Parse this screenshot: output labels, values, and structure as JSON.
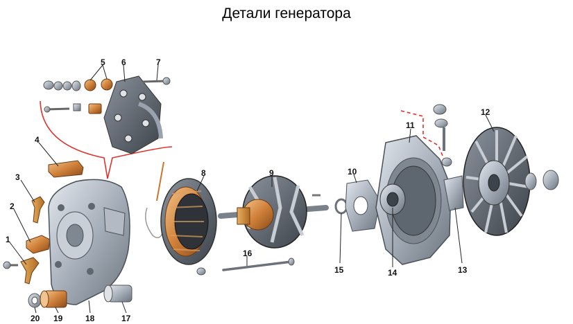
{
  "title": "Детали генератора",
  "callouts": [
    "1",
    "2",
    "3",
    "4",
    "5",
    "6",
    "7",
    "8",
    "9",
    "10",
    "11",
    "12",
    "13",
    "14",
    "15",
    "16",
    "17",
    "18",
    "19",
    "20"
  ],
  "colors": {
    "metal": "#9aa2ae",
    "metal_dark": "#5e6670",
    "copper": "#c8762e",
    "leader": "#222222",
    "bracket": "#e0302a"
  }
}
